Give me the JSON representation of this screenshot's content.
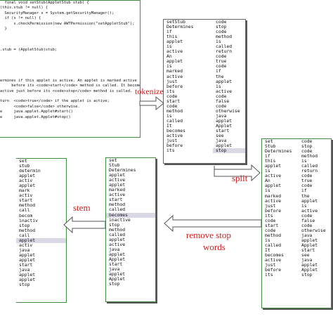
{
  "code_panel": {
    "lines": [
      "  final void setStub(AppletStub stub) {",
      "(this.stub != null) {",
      "  SecurityManager s = System.getSecurityManager();",
      "  if (s != null) {",
      "      s.checkPermission(new AWTPermission(\"setAppletStub\");",
      "  }",
      "",
      "",
      "",
      ".stub = (AppletStub)stub;",
      "",
      "",
      "",
      "",
      "",
      "ermines if this applet is active. An applet is marked active",
      "     before its <code>start</code> method is called. It becomes",
      "active just before its <code>stop</code> method is called.",
      "",
      "turn  <code>true</code> if the applet is active;",
      "      <code>false</code> otherwise.",
      "e     java.applet.Applet#start()",
      "e     java.applet.Applet#stop()"
    ]
  },
  "tokenized_panel": {
    "col1": [
      "setStub",
      "Determines",
      "if",
      "this",
      "applet",
      "is",
      "active",
      "An",
      "applet",
      "is",
      "marked",
      "active",
      "just",
      "before",
      "its",
      "code",
      "start",
      "code",
      "method",
      "is",
      "called",
      "It",
      "becomes",
      "active",
      "just",
      "before",
      "its"
    ],
    "col2": [
      "code",
      "stop",
      "code",
      "method",
      "is",
      "called",
      "return",
      "code",
      "true",
      "code",
      "if",
      "the",
      "applet",
      "is",
      "active",
      "code",
      "false",
      "code",
      "otherwise",
      "java",
      "applet",
      "Applet",
      "start",
      "see",
      "java",
      "applet",
      "stop"
    ]
  },
  "split_panel": {
    "col1": [
      "set",
      "Stub",
      "Determines",
      "if",
      "this",
      "applet",
      "is",
      "active",
      "An",
      "applet",
      "is",
      "marked",
      "active",
      "just",
      "before",
      "its",
      "code",
      "start",
      "code",
      "method",
      "is",
      "called",
      "It",
      "becomes",
      "active",
      "just",
      "before",
      "its"
    ],
    "col2": [
      "code",
      "stop",
      "code",
      "method",
      "is",
      "called",
      "return",
      "code",
      "true",
      "code",
      "if",
      "the",
      "applet",
      "is",
      "active",
      "code",
      "false",
      "code",
      "otherwise",
      "java",
      "applet",
      "Applet",
      "start",
      "see",
      "java",
      "applet",
      "Applet",
      "stop"
    ]
  },
  "stop_removed_panel": {
    "items": [
      "set",
      "Stub",
      "Determines",
      "applet",
      "active",
      "applet",
      "marked",
      "active",
      "start",
      "method",
      "called",
      "becomes",
      "inactive",
      "stop",
      "method",
      "called",
      "applet",
      "active",
      "java",
      "applet",
      "Applet",
      "start",
      "java",
      "applet",
      "Applet",
      "stop"
    ]
  },
  "stemmed_panel": {
    "items": [
      "set",
      "stub",
      "determin",
      "applet",
      "activ",
      "applet",
      "mark",
      "activ",
      "start",
      "method",
      "call",
      "becom",
      "inactiv",
      "stop",
      "method",
      "call",
      "applet",
      "activ",
      "java",
      "applet",
      "applet",
      "start",
      "java",
      "applet",
      "applet",
      "stop"
    ]
  },
  "labels": {
    "tokenize": "tokenize",
    "split": "split",
    "remove_stop": "remove stop",
    "words": "words",
    "stem": "stem"
  },
  "colors": {
    "label": "#d61f1f",
    "panel_border": "#3f8f3f",
    "arrow": "#555555",
    "highlight": "#d9d9e6"
  }
}
